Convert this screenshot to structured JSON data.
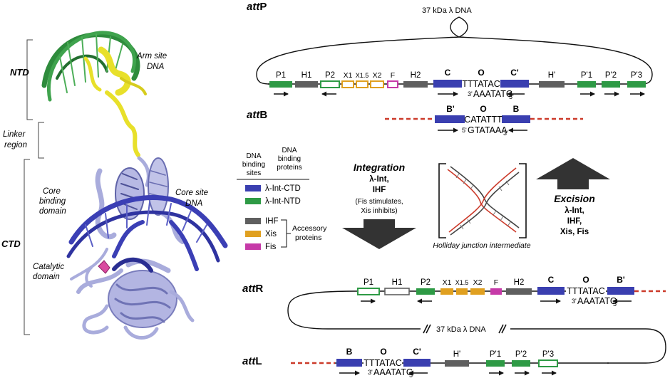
{
  "structure": {
    "ntd": "NTD",
    "linker": [
      "Linker",
      "region"
    ],
    "ctd": "CTD",
    "arm_site": [
      "Arm site",
      "DNA"
    ],
    "core_binding": [
      "Core",
      "binding",
      "domain"
    ],
    "core_site": [
      "Core site",
      "DNA"
    ],
    "catalytic": [
      "Catalytic",
      "domain"
    ]
  },
  "attP": {
    "label_prefix": "att",
    "label_suffix": "P",
    "dna_label": "37 kDa λ DNA",
    "sites": [
      "P1",
      "H1",
      "P2",
      "X1",
      "X1.5",
      "X2",
      "F",
      "H2",
      "C",
      "O",
      "C'",
      "H'",
      "P'1",
      "P'2",
      "P'3"
    ],
    "seq_top": "TTTATAC",
    "seq_bottom": "AAATATG",
    "prime3": "3'",
    "prime5": "5'"
  },
  "attB": {
    "label_prefix": "att",
    "label_suffix": "B",
    "sites": [
      "B'",
      "O",
      "B"
    ],
    "seq_top": "CATATTT",
    "seq_bottom": "GTATAAA",
    "prime5": "5'",
    "prime3": "3'"
  },
  "legend": {
    "header_sites": [
      "DNA",
      "binding",
      "sites"
    ],
    "header_proteins": [
      "DNA",
      "binding",
      "proteins"
    ],
    "items": [
      {
        "label": "λ-Int-CTD",
        "color": "#3a3fb0"
      },
      {
        "label": "λ-Int-NTD",
        "color": "#2e9a45"
      },
      {
        "label": "IHF",
        "color": "#5f5f5f"
      },
      {
        "label": "Xis",
        "color": "#e0a020"
      },
      {
        "label": "Fis",
        "color": "#c63aa8"
      }
    ],
    "accessory": [
      "Accessory",
      "proteins"
    ]
  },
  "integration": {
    "title": "Integration",
    "lines": [
      "λ-Int,",
      "IHF"
    ],
    "note": [
      "(Fis stimulates,",
      "Xis inhibits)"
    ]
  },
  "excision": {
    "title": "Excision",
    "lines": [
      "λ-Int,",
      "IHF,",
      "Xis, Fis"
    ]
  },
  "holliday": "Holliday junction intermediate",
  "attR": {
    "label_prefix": "att",
    "label_suffix": "R",
    "sites": [
      "P1",
      "H1",
      "P2",
      "X1",
      "X1.5",
      "X2",
      "F",
      "H2",
      "C",
      "O",
      "B'"
    ],
    "seq_top": "TTTATAC",
    "seq_bottom": "AAATATG",
    "prime3": "3'",
    "prime5": "5'",
    "dna_label": "37 kDa λ DNA"
  },
  "attL": {
    "label_prefix": "att",
    "label_suffix": "L",
    "sites": [
      "B",
      "O",
      "C'",
      "H'",
      "P'1",
      "P'2",
      "P'3"
    ],
    "seq_top": "TTTATAC",
    "seq_bottom": "AAATATG",
    "prime3": "3'",
    "prime5": "5'"
  },
  "colors": {
    "int_ctd": "#3a3fb0",
    "int_ntd": "#2e9a45",
    "ihf": "#5f5f5f",
    "xis": "#e0a020",
    "fis": "#c63aa8",
    "bacterial_dna": "#cc3a2a",
    "protein_ctd": "#a9acdc",
    "protein_ntd": "#e8e02a",
    "dna_arm": "#2e8b3c",
    "dna_core": "#3b3fb5"
  }
}
